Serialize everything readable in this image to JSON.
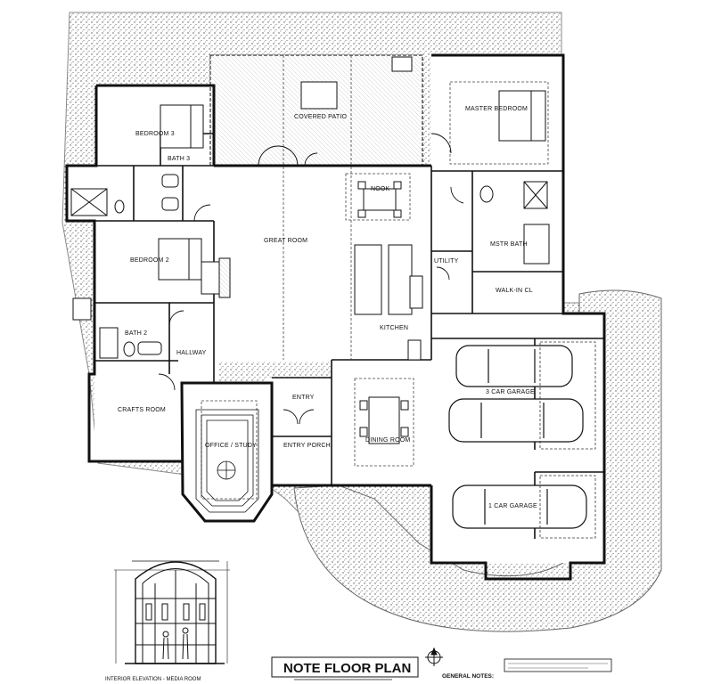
{
  "plan": {
    "rooms": {
      "bedroom_3": "BEDROOM 3",
      "bath_3": "BATH 3",
      "covered_patio": "COVERED PATIO",
      "master_bedroom": "MASTER BEDROOM",
      "nook": "NOOK",
      "great_room": "GREAT ROOM",
      "bedroom_2": "BEDROOM 2",
      "mstr_bath": "MSTR BATH",
      "utility": "UTILITY",
      "walk_in_cl": "WALK-IN CL",
      "kitchen": "KITCHEN",
      "bath_2": "BATH 2",
      "hallway": "HALLWAY",
      "crafts_room": "CRAFTS ROOM",
      "entry": "ENTRY",
      "office_study": "OFFICE / STUDY",
      "entry_porch": "ENTRY PORCH",
      "dining_room": "DINING ROOM",
      "three_car_garage": "3 CAR GARAGE",
      "one_car_garage": "1 CAR GARAGE"
    },
    "title": "NOTE FLOOR PLAN",
    "elevation_caption": "INTERIOR ELEVATION - MEDIA ROOM",
    "general_notes": "GENERAL NOTES:"
  },
  "colors": {
    "wall": "#111111",
    "paving": "#c9c9c9"
  },
  "icons": {
    "north_arrow": "north-arrow-icon"
  }
}
